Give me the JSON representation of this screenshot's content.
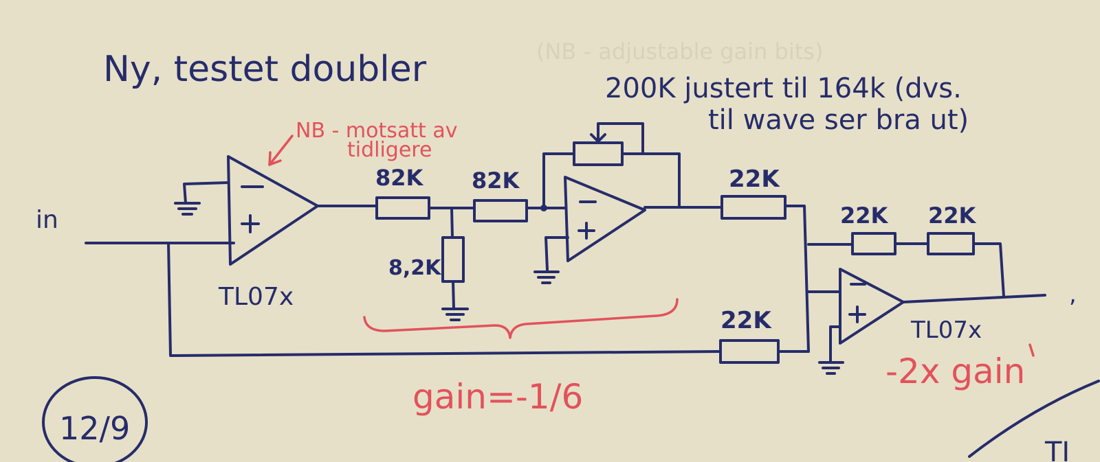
{
  "title": "Ny, testet doubler",
  "input_label": "in",
  "pot_note": [
    "200K justert til 164k (dvs.",
    "til wave ser bra ut)"
  ],
  "warning_note": [
    "NB - motsatt av",
    "tidligere"
  ],
  "ic_labels": [
    "TL07x",
    "TL07x"
  ],
  "resistors": {
    "r1": "82K",
    "r2": "82K",
    "r3": "8,2K",
    "r4": "22K",
    "r5": "22K",
    "r6": "22K",
    "r7": "22K"
  },
  "gain_note_left": "gain=-1/6",
  "gain_note_right": "-2x gain",
  "date_circle": "12/9",
  "edge_text": "TI",
  "ghost_text": "(NB - adjustable gain bits)",
  "colors": {
    "ink_blue": "#262c6a",
    "pen_red": "#e2525b",
    "paper": "#e6e0c9"
  }
}
